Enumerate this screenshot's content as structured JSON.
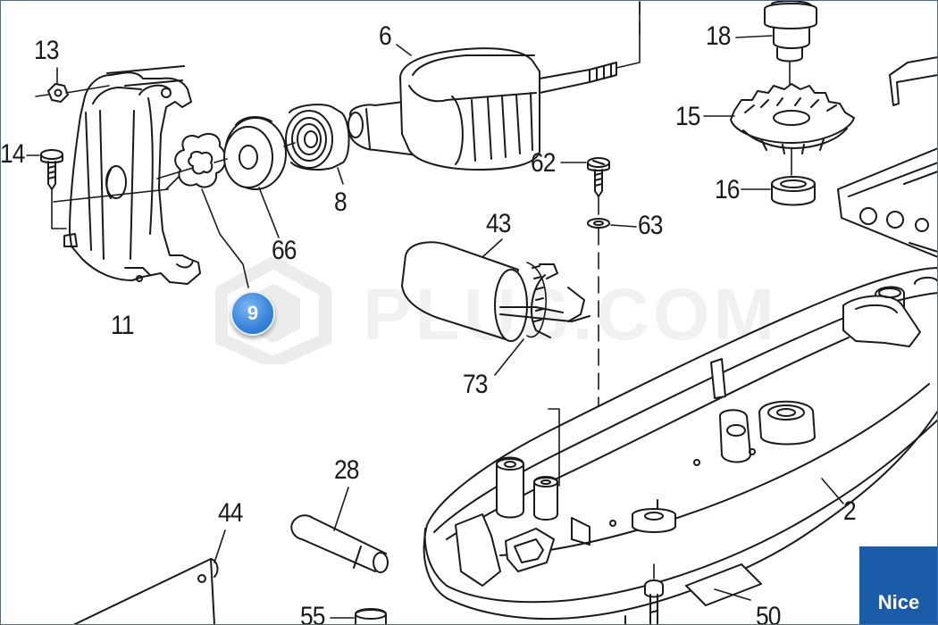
{
  "diagram": {
    "part_labels": [
      "13",
      "14",
      "11",
      "9",
      "66",
      "8",
      "6",
      "18",
      "15",
      "16",
      "62",
      "63",
      "43",
      "73",
      "28",
      "44",
      "55",
      "2",
      "50"
    ],
    "highlighted_part": "9",
    "watermark_text": "PLUS.COM",
    "brand_text": "Nice"
  },
  "colors": {
    "line": "#1a1a1a",
    "badge": "#3a86dc",
    "brand_bg": "#1a5ca8"
  }
}
